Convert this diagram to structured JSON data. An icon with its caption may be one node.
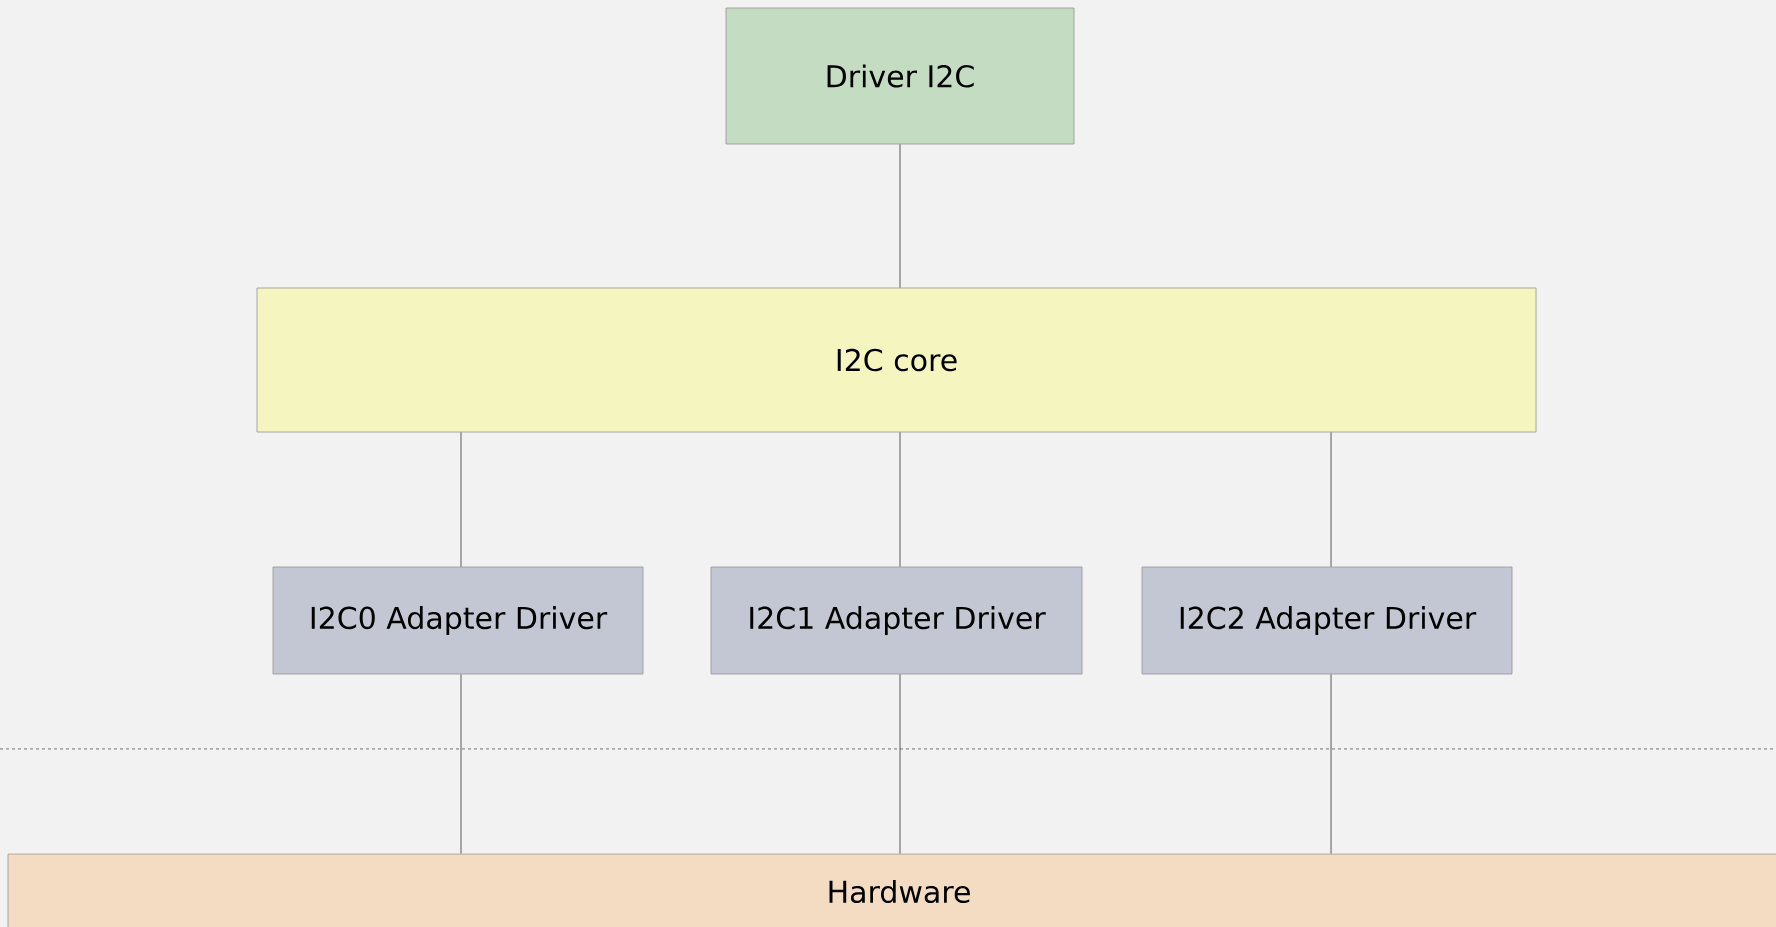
{
  "diagram": {
    "nodes": [
      {
        "text": [
          "Driver I2C"
        ]
      },
      {
        "text": [
          "I2C core"
        ]
      },
      {
        "text": [
          "I2C0 Adapter Driver"
        ]
      },
      {
        "text": [
          "I2C1 Adapter Driver"
        ]
      },
      {
        "text": [
          "I2C2 Adapter Driver"
        ]
      },
      {
        "text": [
          "Hardware"
        ]
      }
    ],
    "edges": [
      {
        "from": 0,
        "to": 1,
        "arrow": "none"
      },
      {
        "from": 1,
        "to": 2,
        "arrow": "none"
      },
      {
        "from": 1,
        "to": 3,
        "arrow": "none"
      },
      {
        "from": 1,
        "to": 4,
        "arrow": "none"
      },
      {
        "from": 2,
        "to": 5,
        "arrow": "none"
      },
      {
        "from": 3,
        "to": 5,
        "arrow": "none"
      },
      {
        "from": 4,
        "to": 5,
        "arrow": "none"
      }
    ]
  }
}
